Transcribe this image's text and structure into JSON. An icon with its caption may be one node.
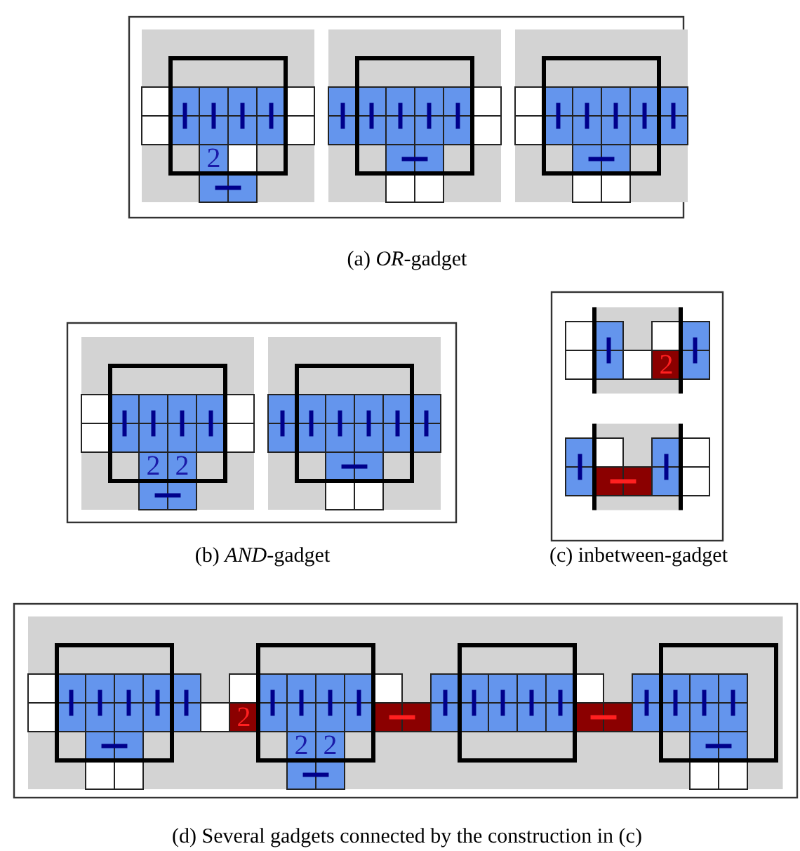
{
  "diagram": {
    "labels": [
      "2",
      "(a) *OR*-gadget",
      "2",
      "2",
      "2",
      "(b) *AND*-gadget",
      "(c) inbetween-gadget",
      "2",
      "2",
      "2",
      "(d) Several gadgets connected by the construction in (c)"
    ]
  }
}
